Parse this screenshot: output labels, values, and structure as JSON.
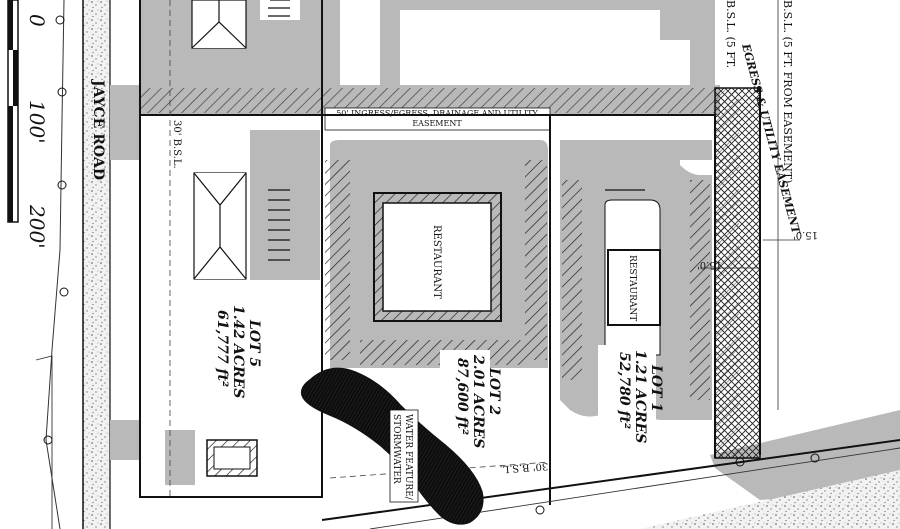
{
  "title_road": "JAYCE ROAD",
  "scale_bar": {
    "labels": [
      "0",
      "100'",
      "200'"
    ]
  },
  "easement_label_line1": "50' INGRESS/EGRESS, DRAINAGE AND UTILITY",
  "easement_label_line2": "EASEMENT",
  "easement_vertical": "EGRESS & UTILITY EASEMENT",
  "bsl_right_1": "B.S.L. (5 FT.",
  "bsl_right_2": "B.S.L. (5 FT. FROM EASEMENT)",
  "bsl_left": "30' B.S.L.",
  "bsl_bottom": "30' B.S.L.",
  "dim_15_right": "15.0'",
  "dim_15_inner": "15.0'",
  "restaurant_label": "RESTAURANT",
  "lots": [
    {
      "name": "LOT 5",
      "acres": "1.42 ACRES",
      "sqft": "61,777 ft²"
    },
    {
      "name": "LOT 2",
      "acres": "2.01 ACRES",
      "sqft": "87,600 ft²"
    },
    {
      "name": "LOT 1",
      "acres": "1.21 ACRES",
      "sqft": "52,780 ft²"
    }
  ],
  "water_feature_line1": "WATER FEATURE/",
  "water_feature_line2": "STORMWATER",
  "colors": {
    "pavement": "#b9b9b9",
    "line": "#111111",
    "gravel": "#e9e9e9",
    "water": "#0d0d0d"
  }
}
